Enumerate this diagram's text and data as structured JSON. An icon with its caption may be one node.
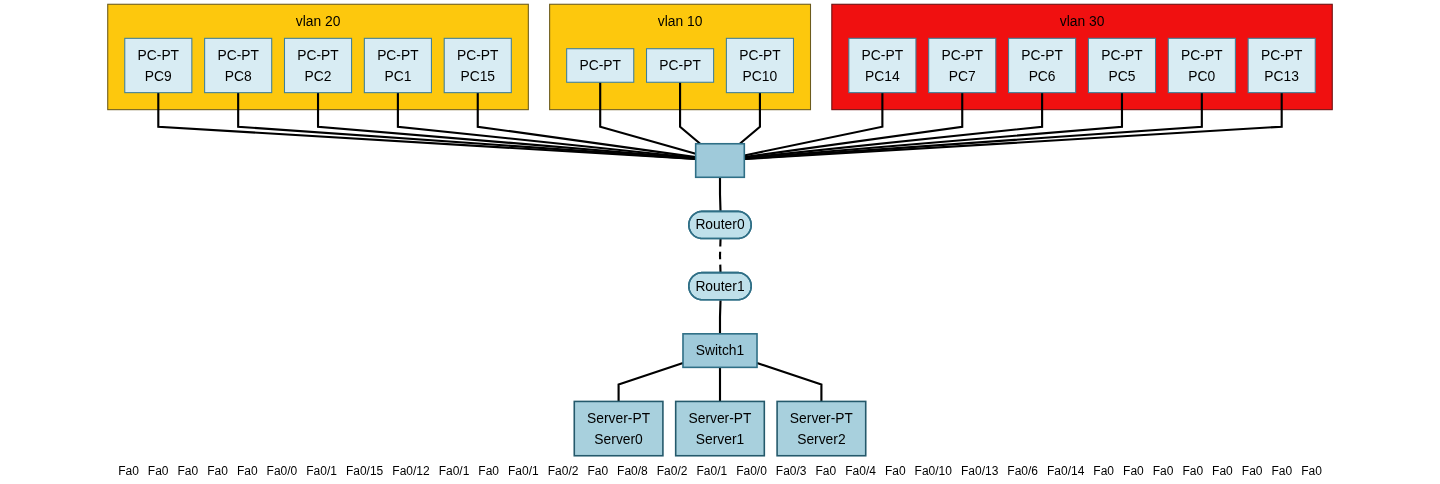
{
  "diagram": {
    "nodes": [
      {
        "text": [
          "vlan 20"
        ]
      },
      {
        "text": [
          "PC-PT",
          "PC9"
        ],
        "in": 0
      },
      {
        "text": [
          "PC-PT",
          "PC8"
        ],
        "in": 0
      },
      {
        "text": [
          "PC-PT",
          "PC2"
        ],
        "in": 0
      },
      {
        "text": [
          "PC-PT",
          "PC1"
        ],
        "in": 0
      },
      {
        "text": [
          "PC-PT",
          "PC15"
        ],
        "in": 0
      },
      {
        "text": [
          "vlan 10"
        ]
      },
      {
        "text": [
          "PC-PT"
        ],
        "in": 6
      },
      {
        "text": [
          "PC-PT"
        ],
        "in": 6
      },
      {
        "text": [
          "PC-PT",
          "PC10"
        ],
        "in": 6
      },
      {
        "text": [],
        "shape": "box"
      },
      {
        "text": [
          "vlan 30"
        ]
      },
      {
        "text": [
          "PC-PT",
          "PC14"
        ],
        "in": 11
      },
      {
        "text": [
          "PC-PT",
          "PC7"
        ],
        "in": 11
      },
      {
        "text": [
          "PC-PT",
          "PC6"
        ],
        "in": 11
      },
      {
        "text": [
          "PC-PT",
          "PC5"
        ],
        "in": 11
      },
      {
        "text": [
          "PC-PT",
          "PC0"
        ],
        "in": 11
      },
      {
        "text": [
          "PC-PT",
          "PC13"
        ],
        "in": 11
      },
      {
        "text": [
          "Router0"
        ]
      },
      {
        "text": [
          "Router1"
        ]
      },
      {
        "text": [
          "Switch1"
        ]
      },
      {
        "text": [
          "Server-PT",
          "Server0"
        ]
      },
      {
        "text": [
          "Server-PT",
          "Server1"
        ]
      },
      {
        "text": [
          "Server-PT",
          "Server2"
        ]
      }
    ],
    "edges": [
      {
        "from": 1,
        "to": 10,
        "arrow": "none"
      },
      {
        "from": 2,
        "to": 10,
        "arrow": "none"
      },
      {
        "from": 3,
        "to": 10,
        "arrow": "none"
      },
      {
        "from": 4,
        "to": 10,
        "arrow": "none"
      },
      {
        "from": 5,
        "to": 10,
        "arrow": "none"
      },
      {
        "from": 7,
        "to": 10,
        "arrow": "none"
      },
      {
        "from": 8,
        "to": 10,
        "arrow": "none"
      },
      {
        "from": 9,
        "to": 10,
        "arrow": "none"
      },
      {
        "from": 12,
        "to": 10,
        "arrow": "none"
      },
      {
        "from": 13,
        "to": 10,
        "arrow": "none"
      },
      {
        "from": 14,
        "to": 10,
        "arrow": "none"
      },
      {
        "from": 15,
        "to": 10,
        "arrow": "none"
      },
      {
        "from": 16,
        "to": 10,
        "arrow": "none"
      },
      {
        "from": 17,
        "to": 10,
        "arrow": "none"
      },
      {
        "from": 10,
        "to": 18,
        "arrow": "none"
      },
      {
        "from": 18,
        "to": 19,
        "arrow": "none",
        "style": "dashed"
      },
      {
        "from": 19,
        "to": 20,
        "arrow": "none"
      },
      {
        "from": 20,
        "to": 21,
        "arrow": "none"
      },
      {
        "from": 20,
        "to": 22,
        "arrow": "none"
      },
      {
        "from": 20,
        "to": 23,
        "arrow": "none"
      }
    ],
    "labels": [
      "Fa0",
      "Fa0",
      "Fa0",
      "Fa0",
      "Fa0",
      "Fa0/0",
      "Fa0/1",
      "Fa0/15",
      "Fa0/12",
      "Fa0/1",
      "Fa0",
      "Fa0/1",
      "Fa0/2",
      "Fa0",
      "Fa0/8",
      "Fa0/2",
      "Fa0/1",
      "Fa0/0",
      "Fa0/3",
      "Fa0",
      "Fa0/4",
      "Fa0",
      "Fa0/10",
      "Fa0/13",
      "Fa0/6",
      "Fa0/14",
      "Fa0",
      "Fa0",
      "Fa0",
      "Fa0",
      "Fa0",
      "Fa0",
      "Fa0",
      "Fa0"
    ]
  }
}
